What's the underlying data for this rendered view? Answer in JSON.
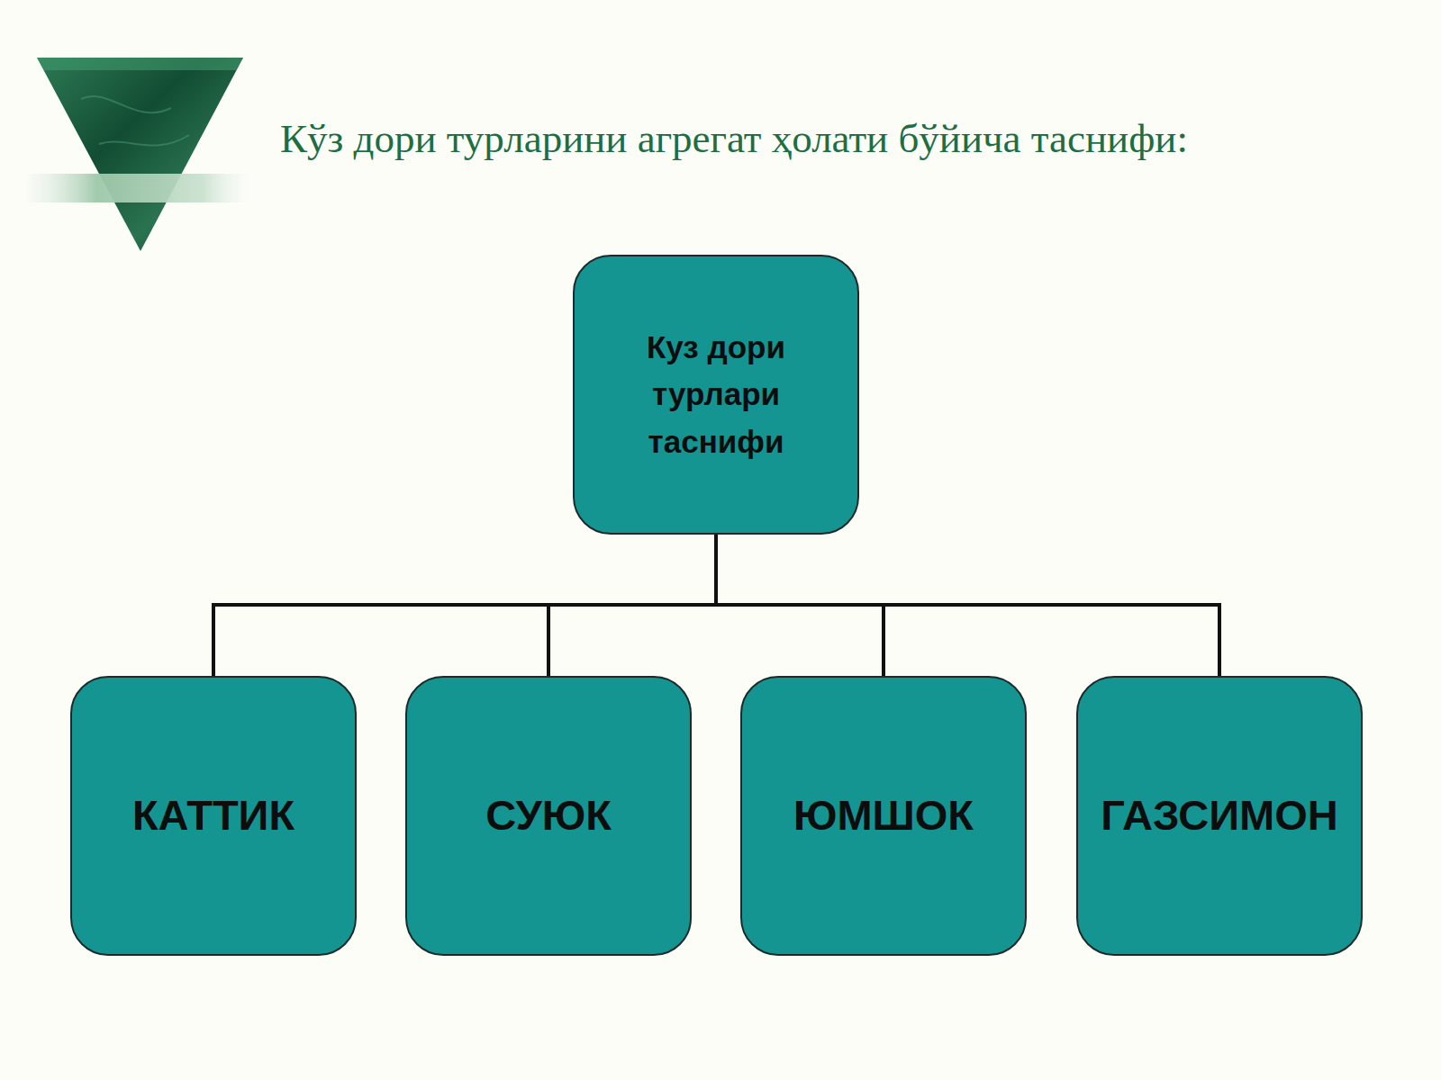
{
  "diagram": {
    "title": "Кўз дори турларини агрегат ҳолати бўйича таснифи:",
    "nodes": [
      {
        "text": [
          "Куз дори турлари таснифи"
        ]
      },
      {
        "text": [
          "КАТТИК"
        ]
      },
      {
        "text": [
          "СУЮК"
        ]
      },
      {
        "text": [
          "ЮМШОК"
        ]
      },
      {
        "text": [
          "ГАЗСИМОН"
        ]
      }
    ],
    "edges": [
      {
        "from": 0,
        "to": 1,
        "arrow": "none"
      },
      {
        "from": 0,
        "to": 2,
        "arrow": "none"
      },
      {
        "from": 0,
        "to": 3,
        "arrow": "none"
      },
      {
        "from": 0,
        "to": 4,
        "arrow": "none"
      }
    ]
  }
}
